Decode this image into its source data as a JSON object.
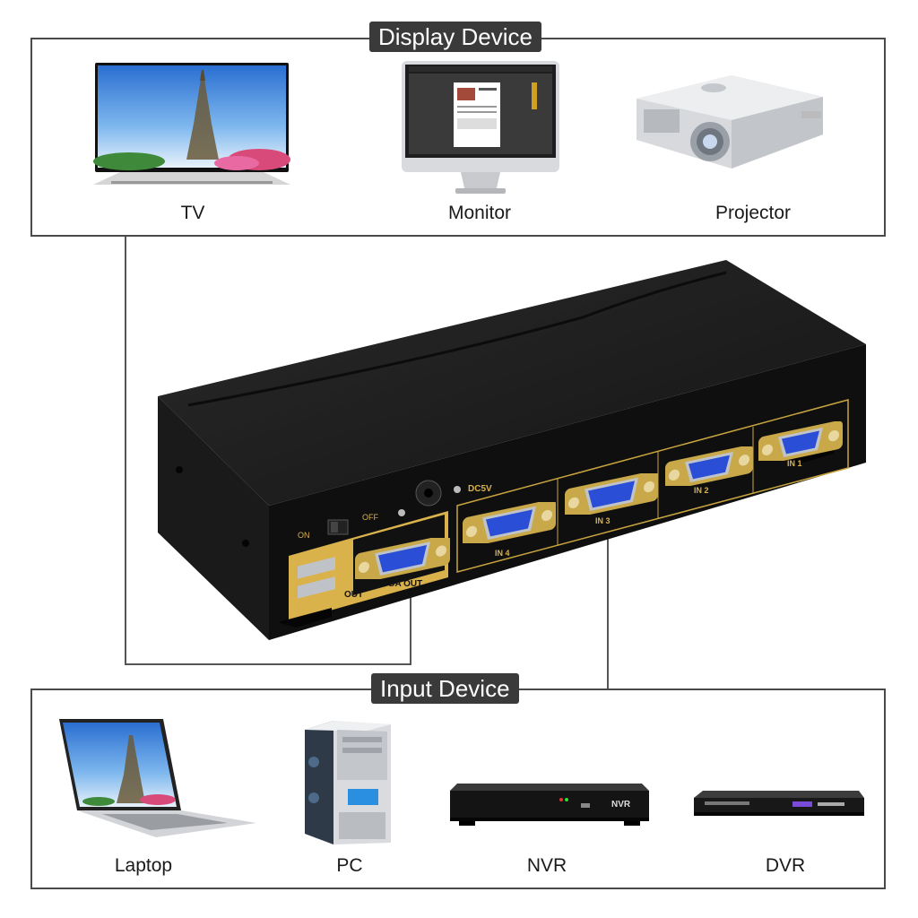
{
  "display_panel": {
    "title": "Display Device",
    "devices": [
      {
        "label": "TV",
        "icon": "tv-icon"
      },
      {
        "label": "Monitor",
        "icon": "monitor-icon"
      },
      {
        "label": "Projector",
        "icon": "projector-icon"
      }
    ]
  },
  "input_panel": {
    "title": "Input Device",
    "devices": [
      {
        "label": "Laptop",
        "icon": "laptop-icon"
      },
      {
        "label": "PC",
        "icon": "pc-tower-icon"
      },
      {
        "label": "NVR",
        "icon": "nvr-icon"
      },
      {
        "label": "DVR",
        "icon": "dvr-icon"
      }
    ]
  },
  "switch": {
    "power_on": "ON",
    "power_off": "OFF",
    "dc_label": "DC5V",
    "out_label": "OUT",
    "vga_out_label": "VGA OUT",
    "inputs": [
      "IN 4",
      "IN 3",
      "IN 2",
      "IN 1"
    ],
    "nvr_brand": "NVR"
  },
  "colors": {
    "frame": "#4a4a4a",
    "title_bg": "#3a3a3a",
    "switch_body": "#1c1c1c",
    "port_gold": "#d9b24c",
    "vga_blue": "#2a4fd6"
  }
}
